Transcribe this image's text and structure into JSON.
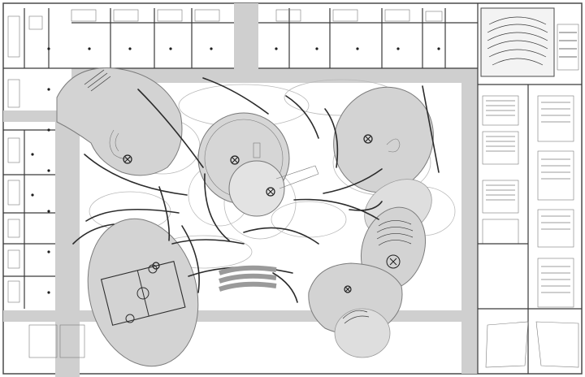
{
  "drawing": {
    "colors": {
      "background": "#ffffff",
      "corridor": "#cfcfcf",
      "pod_fill": "#d3d3d3",
      "pod_light": "#dedede",
      "line_dark": "#2b2b2b",
      "line_pale": "#b9b9b9"
    },
    "icons": [
      "column-grid",
      "stair-icon",
      "court-markings",
      "auditorium-seating",
      "circle-x-marker"
    ]
  }
}
